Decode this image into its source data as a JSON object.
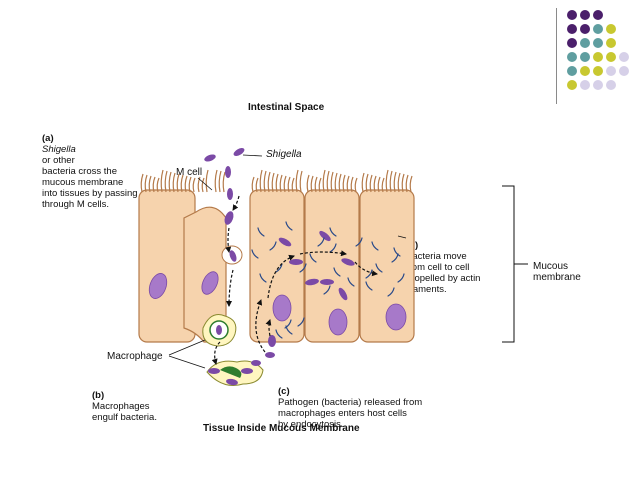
{
  "theme": {
    "cell_fill": "#f6d3ad",
    "cell_stroke": "#b47a4a",
    "purple": "#7b4aa6",
    "dark_purple": "#4b1f6b",
    "teal": "#5f9ea0",
    "olive": "#c8c830",
    "lavender": "#d6d0e8",
    "bacteria_blue": "#2a4a8a",
    "macrophage_green": "#2e7d2e"
  },
  "decor_dots": {
    "rows": [
      [
        "dark_purple",
        "dark_purple",
        "dark_purple"
      ],
      [
        "dark_purple",
        "dark_purple",
        "teal",
        "olive"
      ],
      [
        "dark_purple",
        "teal",
        "teal",
        "olive"
      ],
      [
        "teal",
        "teal",
        "olive",
        "olive",
        "lavender"
      ],
      [
        "teal",
        "olive",
        "olive",
        "lavender",
        "lavender"
      ],
      [
        "olive",
        "lavender",
        "lavender",
        "lavender"
      ]
    ]
  },
  "diagram": {
    "title_top": "Intestinal Space",
    "title_bottom": "Tissue Inside Mucous Membrane",
    "shigella_label": "Shigella",
    "m_cell_label": "M cell",
    "macrophage_label": "Macrophage",
    "mucous_membrane_label": "Mucous\nmembrane",
    "step_a": {
      "letter": "(a)",
      "name": "Shigella",
      "text": "or other\nbacteria cross the\nmucous membrane\ninto tissues by passing\nthrough M cells."
    },
    "step_b": {
      "letter": "(b)",
      "text": "Macrophages\nengulf bacteria."
    },
    "step_c": {
      "letter": "(c)",
      "text": "Pathogen (bacteria) released from\nmacrophages enters host cells\nby endocytosis."
    },
    "step_d": {
      "letter": "(d)",
      "text": "Bacteria move\nfrom cell to cell\npropelled by actin\nfilaments."
    }
  }
}
